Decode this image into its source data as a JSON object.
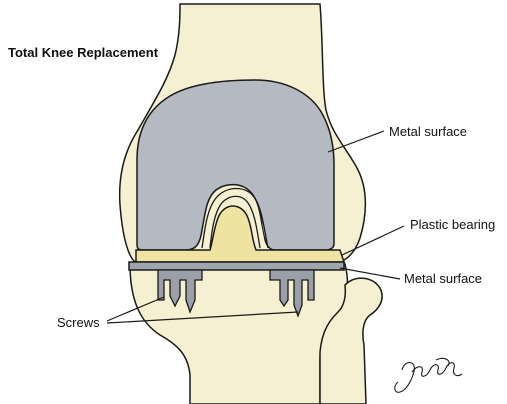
{
  "title": "Total Knee Replacement",
  "labels": {
    "femoral_component": "Metal surface",
    "plastic_bearing": "Plastic bearing",
    "tibial_tray": "Metal surface",
    "screws": "Screws"
  },
  "signature": "John Gellings",
  "colors": {
    "bone": "#f6f0d2",
    "metal_femoral": "#b4b9c2",
    "metal_tray": "#9fa4ad",
    "screw": "#9aa0a8",
    "plastic": "#efe3a2",
    "outline": "#1a1a1a"
  }
}
